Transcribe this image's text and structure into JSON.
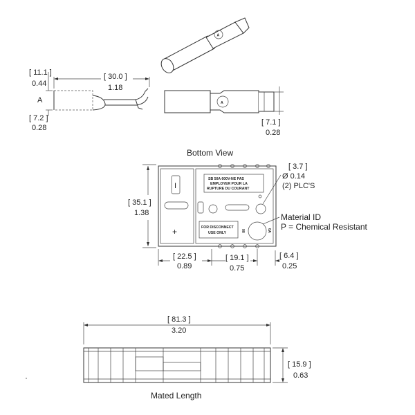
{
  "views": {
    "bottom_view_title": "Bottom View",
    "mated_length_title": "Mated Length"
  },
  "dimensions": {
    "d11_1_mm": "[ 11.1 ]",
    "d11_1_in": "0.44",
    "dA": "A",
    "d7_2_mm": "[ 7.2 ]",
    "d7_2_in": "0.28",
    "d30_0_mm": "[ 30.0 ]",
    "d30_0_in": "1.18",
    "d7_1_mm": "[ 7.1 ]",
    "d7_1_in": "0.28",
    "d3_7_mm": "[ 3.7 ]",
    "d3_7_in": "Ø 0.14",
    "d3_7_note": "(2) PLC'S",
    "d35_1_mm": "[ 35.1 ]",
    "d35_1_in": "1.38",
    "d22_5_mm": "[ 22.5 ]",
    "d22_5_in": "0.89",
    "d19_1_mm": "[ 19.1 ]",
    "d19_1_in": "0.75",
    "d6_4_mm": "[ 6.4 ]",
    "d6_4_in": "0.25",
    "d81_3_mm": "[ 81.3 ]",
    "d81_3_in": "3.20",
    "d15_9_mm": "[ 15.9 ]",
    "d15_9_in": "0.63"
  },
  "annotations": {
    "material_id": "Material ID",
    "material_code": "P = Chemical Resistant"
  },
  "connector_labels": {
    "rating_line1": "SB 50A 600V-NE PAS",
    "rating_line2": "EMPLOYER POUR LA",
    "rating_line3": "RUPTURE DU COURANT",
    "disconnect_line1": "FOR DISCONNECT",
    "disconnect_line2": "USE ONLY",
    "pos_symbol": "+",
    "neg_symbol": "I",
    "contact_letter": "A",
    "mark_00": "00",
    "mark_0a": "0A"
  }
}
